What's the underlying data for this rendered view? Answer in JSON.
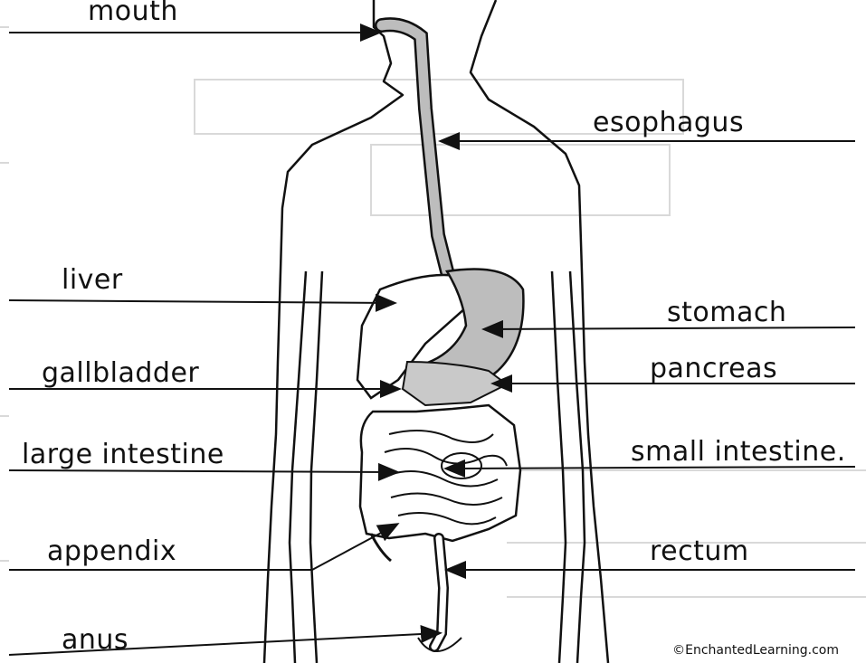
{
  "labels": {
    "mouth": "mouth",
    "esophagus": "esophagus",
    "liver": "liver",
    "stomach": "stomach",
    "gallbladder": "gallbladder",
    "pancreas": "pancreas",
    "large_intestine": "large intestine",
    "small_intestine": "small intestine.",
    "appendix": "appendix",
    "rectum": "rectum",
    "anus": "anus"
  },
  "credit": "©EnchantedLearning.com",
  "colors": {
    "ink": "#111111",
    "organ_shade": "#bdbdbd",
    "ghost": "#d9d9d9"
  }
}
